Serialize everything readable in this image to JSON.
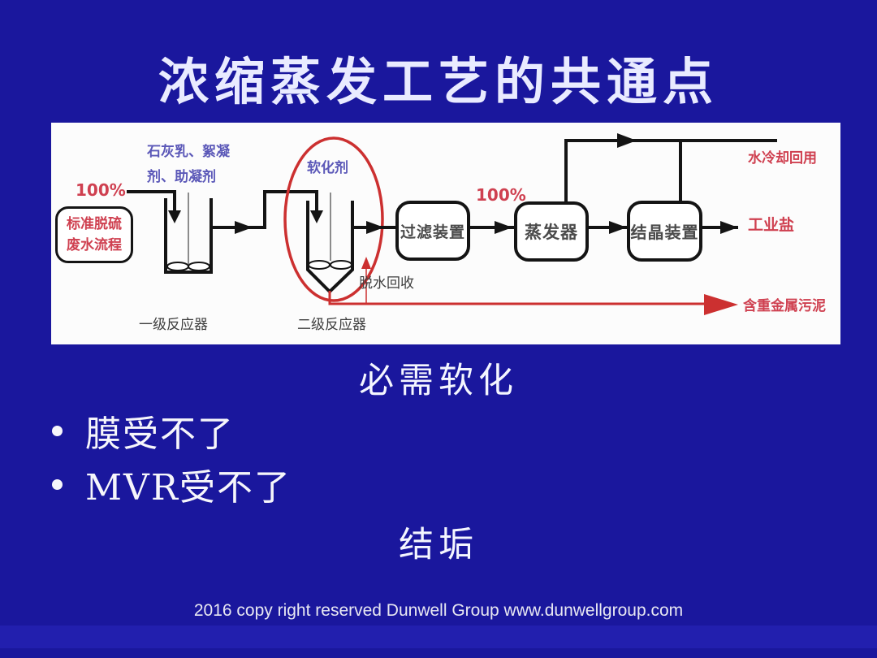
{
  "slide": {
    "title": "浓缩蒸发工艺的共通点",
    "subtitle": "必需软化",
    "bullets": [
      "膜受不了",
      "MVR受不了"
    ],
    "note": "结垢",
    "footer": "2016 copy right reserved Dunwell Group www.dunwellgroup.com"
  },
  "diagram": {
    "source_pct": "100%",
    "source_box_line1": "标准脱硫",
    "source_box_line2": "废水流程",
    "reagents_line1": "石灰乳、絮凝",
    "reagents_line2": "剂、助凝剂",
    "softener_label": "软化剂",
    "reactor1_label": "一级反应器",
    "reactor2_label": "二级反应器",
    "dewater_label": "脱水回收",
    "filter_pct": "100%",
    "filter_box": "过滤装置",
    "evaporator_box": "蒸发器",
    "crystallizer_box": "结晶装置",
    "water_reuse_label": "水冷却回用",
    "industrial_salt_label": "工业盐",
    "sludge_label": "含重金属污泥",
    "colors": {
      "slide_background": "#1a179d",
      "panel_background": "#fcfcfc",
      "stroke_black": "#141414",
      "highlight_red": "#cc3030",
      "label_red": "#cf4050",
      "label_blue": "#5b58b8",
      "title_text": "#e9ebff"
    }
  }
}
